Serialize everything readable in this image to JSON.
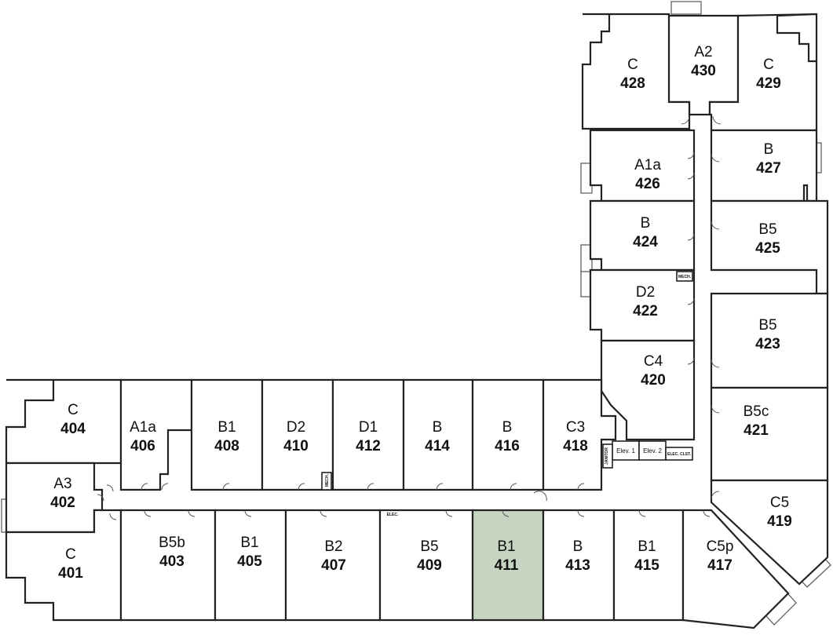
{
  "highlight_unit": "411",
  "colors": {
    "highlight": "#c6d4c2",
    "wall": "#222222"
  },
  "units": [
    {
      "id": "u430",
      "type": "A2",
      "number": "430"
    },
    {
      "id": "u428",
      "type": "C",
      "number": "428"
    },
    {
      "id": "u429",
      "type": "C",
      "number": "429"
    },
    {
      "id": "u426",
      "type": "A1a",
      "number": "426"
    },
    {
      "id": "u427",
      "type": "B",
      "number": "427"
    },
    {
      "id": "u424",
      "type": "B",
      "number": "424"
    },
    {
      "id": "u425",
      "type": "B5",
      "number": "425"
    },
    {
      "id": "u422",
      "type": "D2",
      "number": "422"
    },
    {
      "id": "u423",
      "type": "B5",
      "number": "423"
    },
    {
      "id": "u420",
      "type": "C4",
      "number": "420"
    },
    {
      "id": "u421",
      "type": "B5c",
      "number": "421"
    },
    {
      "id": "u419",
      "type": "C5",
      "number": "419"
    },
    {
      "id": "u404",
      "type": "C",
      "number": "404"
    },
    {
      "id": "u402",
      "type": "A3",
      "number": "402"
    },
    {
      "id": "u401",
      "type": "C",
      "number": "401"
    },
    {
      "id": "u406",
      "type": "A1a",
      "number": "406"
    },
    {
      "id": "u408",
      "type": "B1",
      "number": "408"
    },
    {
      "id": "u410",
      "type": "D2",
      "number": "410"
    },
    {
      "id": "u412",
      "type": "D1",
      "number": "412"
    },
    {
      "id": "u414",
      "type": "B",
      "number": "414"
    },
    {
      "id": "u416",
      "type": "B",
      "number": "416"
    },
    {
      "id": "u418",
      "type": "C3",
      "number": "418"
    },
    {
      "id": "u403",
      "type": "B5b",
      "number": "403"
    },
    {
      "id": "u405",
      "type": "B1",
      "number": "405"
    },
    {
      "id": "u407",
      "type": "B2",
      "number": "407"
    },
    {
      "id": "u409",
      "type": "B5",
      "number": "409"
    },
    {
      "id": "u411",
      "type": "B1",
      "number": "411"
    },
    {
      "id": "u413",
      "type": "B",
      "number": "413"
    },
    {
      "id": "u415",
      "type": "B1",
      "number": "415"
    },
    {
      "id": "u417",
      "type": "C5p",
      "number": "417"
    }
  ],
  "utility": {
    "elev1": "Elev. 1",
    "elev2": "Elev. 2",
    "elec_closet": "ELEC. CLST.",
    "mech_east": "MECH.",
    "mech_south": "MECH.",
    "elec_corridor": "ELEC.",
    "janitor": "JANITOR"
  }
}
